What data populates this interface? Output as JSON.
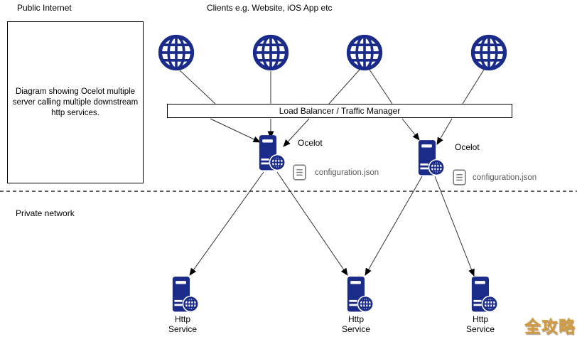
{
  "zones": {
    "public": "Public Internet",
    "private": "Private network"
  },
  "clients_caption": "Clients e.g. Website, iOS App etc",
  "note": "Diagram showing Ocelot multiple server calling multiple downstream http services.",
  "load_balancer": "Load Balancer / Traffic Manager",
  "gateways": [
    {
      "label": "Ocelot",
      "config_file": "configuration.json"
    },
    {
      "label": "Ocelot",
      "config_file": "configuration.json"
    }
  ],
  "services": [
    {
      "label": "Http Service"
    },
    {
      "label": "Http Service"
    },
    {
      "label": "Http Service"
    }
  ],
  "watermark": "全攻略",
  "colors": {
    "icon_navy": "#1a2b8a",
    "connector": "#333333",
    "doc_gray": "#808080",
    "watermark_gold": "#d09a3e"
  }
}
